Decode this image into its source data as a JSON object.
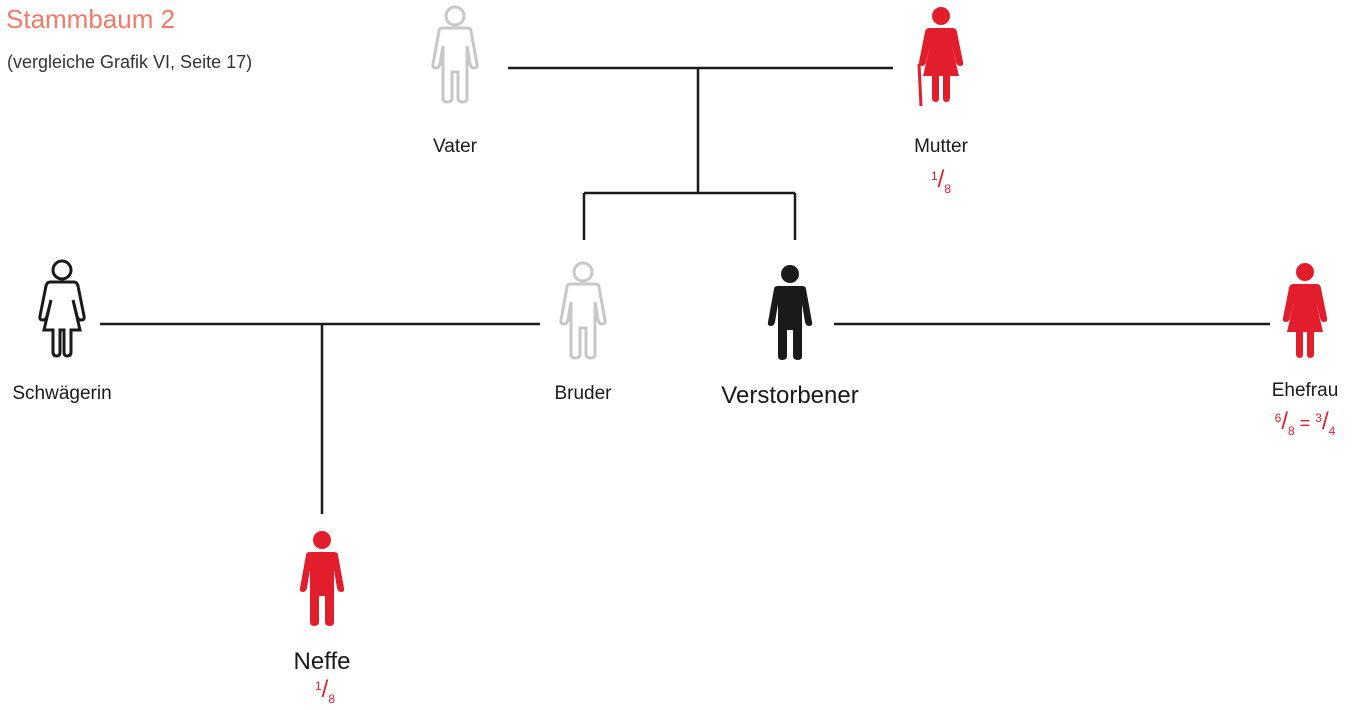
{
  "header": {
    "title": "Stammbaum 2",
    "subtitle": "(vergleiche Grafik VI, Seite 17)"
  },
  "persons": {
    "vater": {
      "label": "Vater"
    },
    "mutter": {
      "label": "Mutter",
      "share_num": "1",
      "share_den": "8"
    },
    "schwaegerin": {
      "label": "Schwägerin"
    },
    "bruder": {
      "label": "Bruder"
    },
    "verstorbener": {
      "label": "Verstorbener"
    },
    "ehefrau": {
      "label": "Ehefrau",
      "share_num": "6",
      "share_den": "8",
      "share_eq": "=",
      "share_num2": "3",
      "share_den2": "4"
    },
    "neffe": {
      "label": "Neffe",
      "share_num": "1",
      "share_den": "8"
    }
  },
  "colors": {
    "inherits": "#e31e2c",
    "deceased": "#1a1a1a",
    "excluded": "#c8c8c8",
    "line": "#1a1a1a",
    "title": "#f07a6a"
  }
}
